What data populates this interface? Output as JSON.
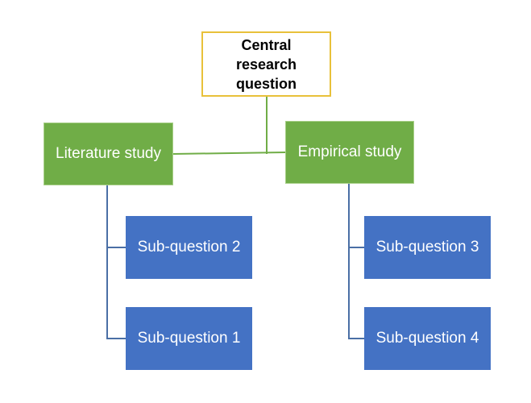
{
  "diagram": {
    "root": {
      "label": "Central research question"
    },
    "branches": [
      {
        "label": "Literature study",
        "children": [
          "Sub-question 2",
          "Sub-question 1"
        ]
      },
      {
        "label": "Empirical study",
        "children": [
          "Sub-question 3",
          "Sub-question 4"
        ]
      }
    ]
  },
  "colors": {
    "root_border": "#e8c13a",
    "branch_fill": "#70ad47",
    "leaf_fill": "#4472c4",
    "connector_green": "#70ad47",
    "connector_blue": "#4a6fa5"
  }
}
